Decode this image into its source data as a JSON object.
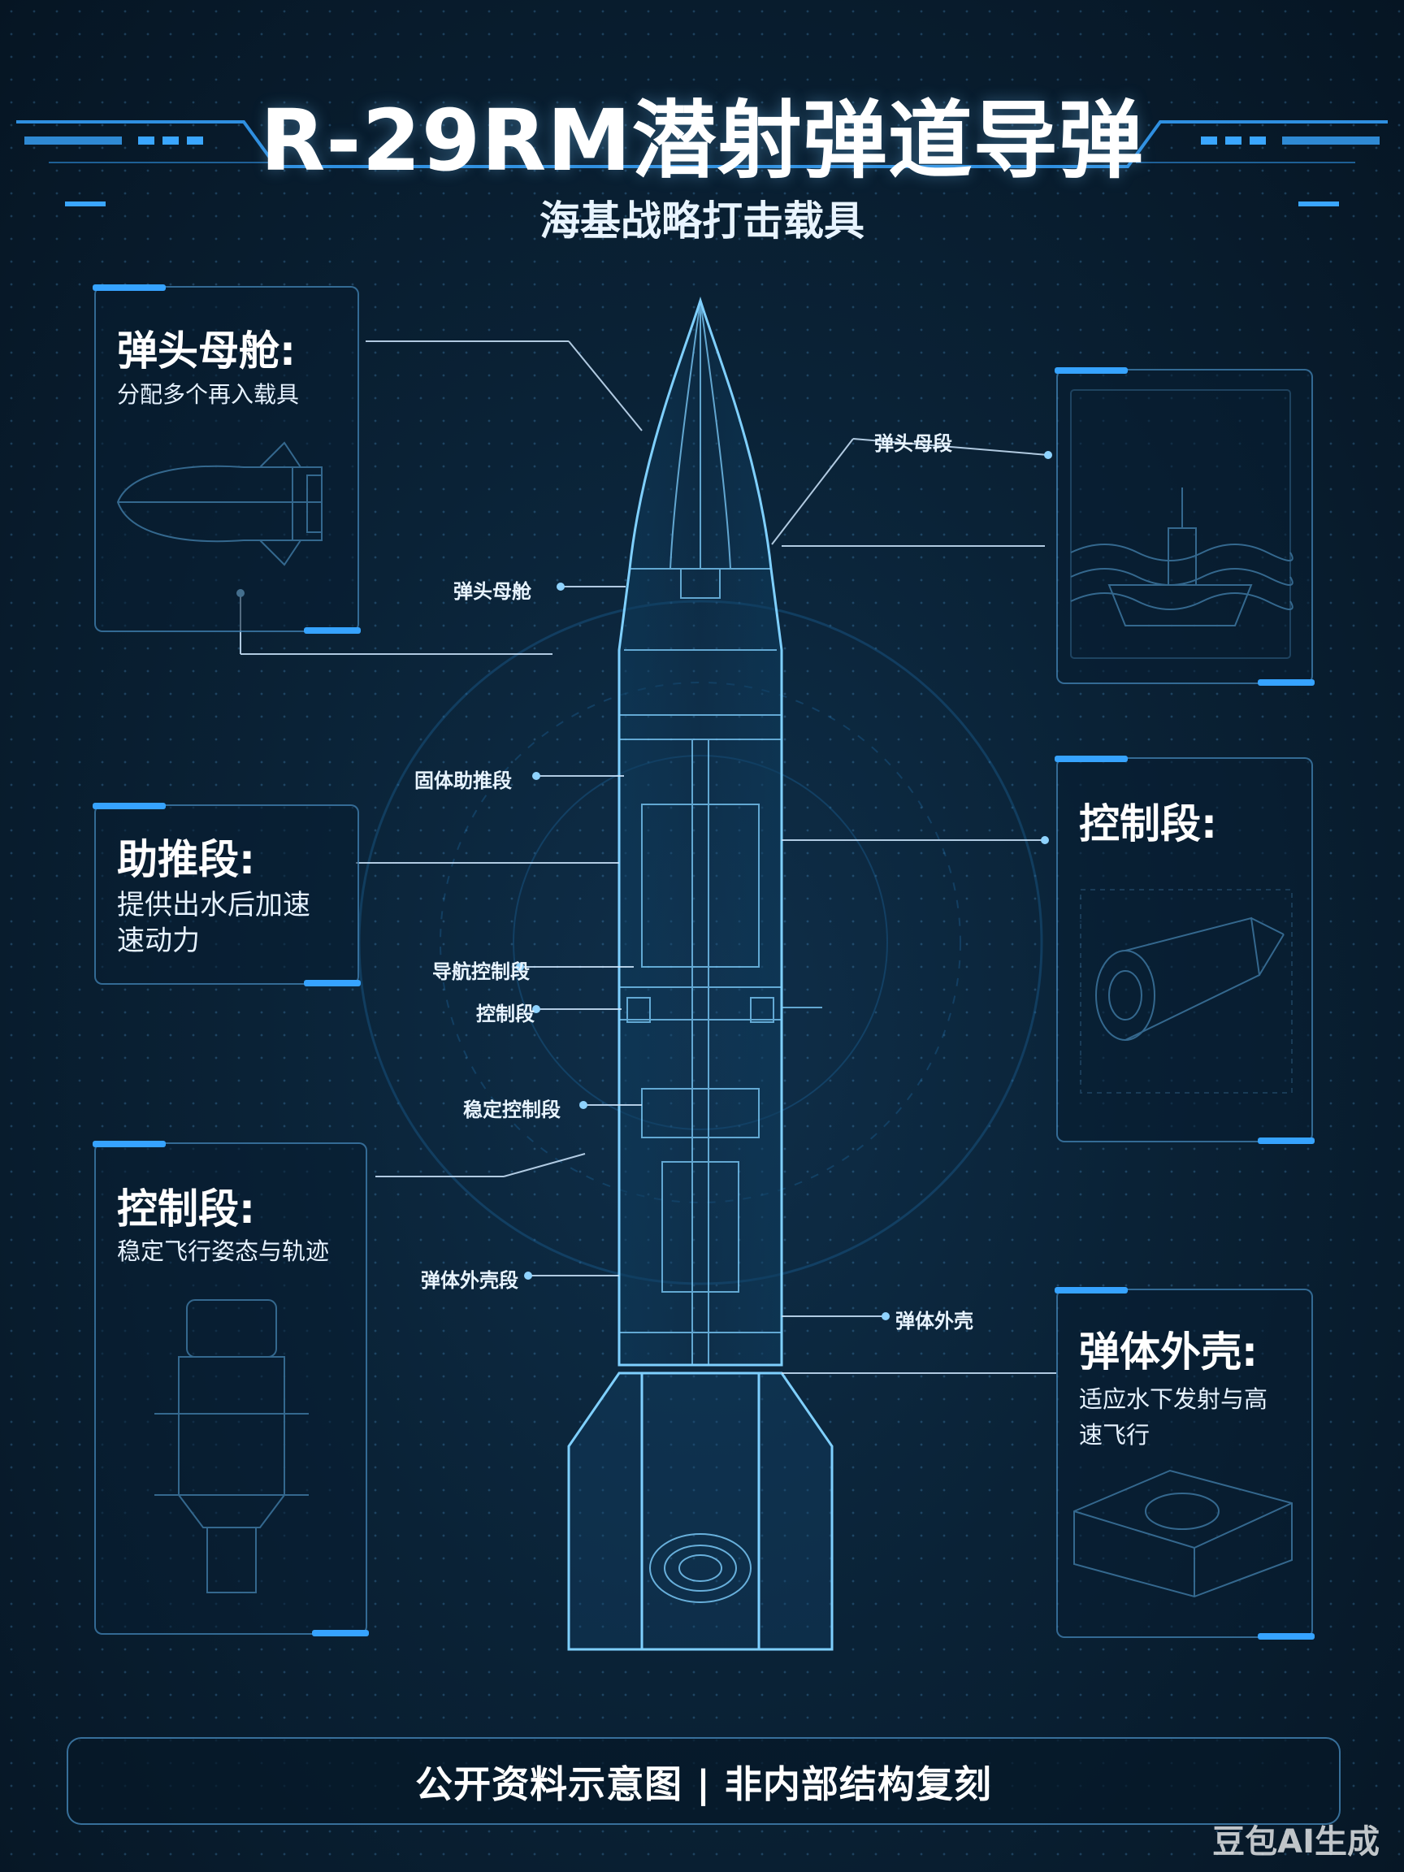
{
  "header": {
    "title": "R-29RM潜射弹道导弹",
    "subtitle": "海基战略打击载具"
  },
  "panels": {
    "warhead": {
      "heading": "弹头母舱:",
      "desc": "分配多个再入载具"
    },
    "booster": {
      "heading": "助推段:",
      "desc_line1": "提供出水后加速",
      "desc_line2": "速动力"
    },
    "control_left": {
      "heading": "控制段:",
      "desc": "稳定飞行姿态与轨迹"
    },
    "control_right": {
      "heading": "控制段:"
    },
    "shell": {
      "heading": "弹体外壳:",
      "desc_line1": "适应水下发射与高",
      "desc_line2": "速飞行"
    }
  },
  "callouts": {
    "warhead": "弹头母舱",
    "solid_booster": "固体助推段",
    "nav_control": "导航控制段",
    "control": "控制段",
    "stable_control": "稳定控制段",
    "shell_left": "弹体外壳段",
    "shell_right": "弹体外壳",
    "top_right": "弹头母段"
  },
  "footer": {
    "text": "公开资料示意图 | 非内部结构复刻"
  },
  "watermark": "豆包AI生成",
  "colors": {
    "background": "#0a2236",
    "accent": "#36a3ff",
    "line": "#7fd0ff"
  }
}
